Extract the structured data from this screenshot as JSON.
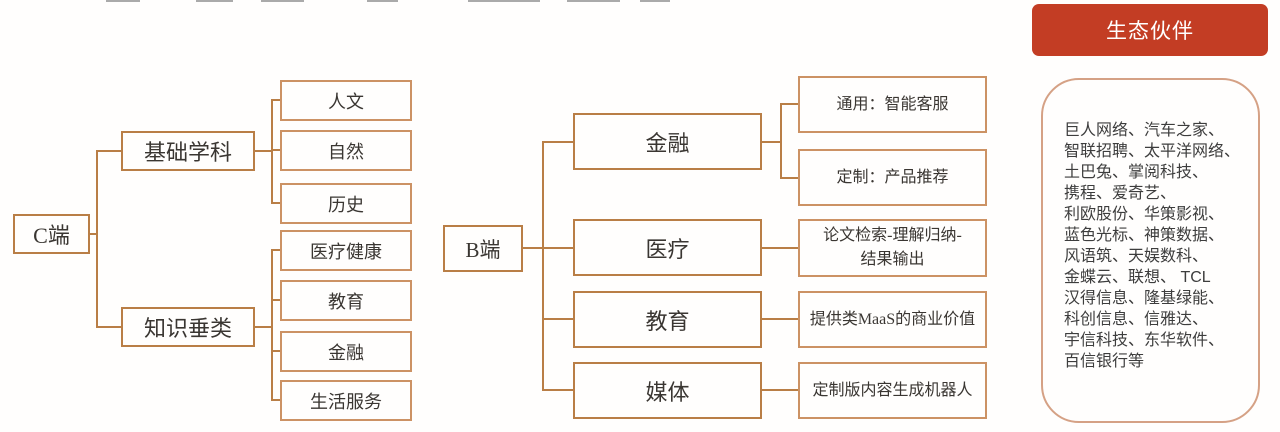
{
  "colors": {
    "box_border": "#b97e46",
    "leaf_border": "#cc9264",
    "connector": "#b97e46",
    "header_bg": "#c33d24",
    "header_text": "#ffffff",
    "panel_border": "#d5a185",
    "text": "#3a3632"
  },
  "c_tree": {
    "root": "C端",
    "branches": [
      {
        "label": "基础学科",
        "children": [
          "人文",
          "自然",
          "历史"
        ]
      },
      {
        "label": "知识垂类",
        "children": [
          "医疗健康",
          "教育",
          "金融",
          "生活服务"
        ]
      }
    ]
  },
  "b_tree": {
    "root": "B端",
    "branches": [
      {
        "label": "金融",
        "children": [
          "通用：智能客服",
          "定制：产品推荐"
        ]
      },
      {
        "label": "医疗",
        "children": [
          "论文检索-理解归纳-结果输出"
        ]
      },
      {
        "label": "教育",
        "children": [
          "提供类MaaS的商业价值"
        ]
      },
      {
        "label": "媒体",
        "children": [
          "定制版内容生成机器人"
        ]
      }
    ]
  },
  "partners": {
    "title": "生态伙伴",
    "lines": [
      "巨人网络、汽车之家、",
      "智联招聘、太平洋网络、",
      "土巴兔、掌阅科技、",
      "携程、爱奇艺、",
      "利欧股份、华策影视、",
      "蓝色光标、神策数据、",
      "风语筑、天娱数科、",
      "金蝶云、联想、 TCL",
      "汉得信息、隆基绿能、",
      "科创信息、信雅达、",
      "宇信科技、东华软件、",
      "百信银行等"
    ]
  }
}
